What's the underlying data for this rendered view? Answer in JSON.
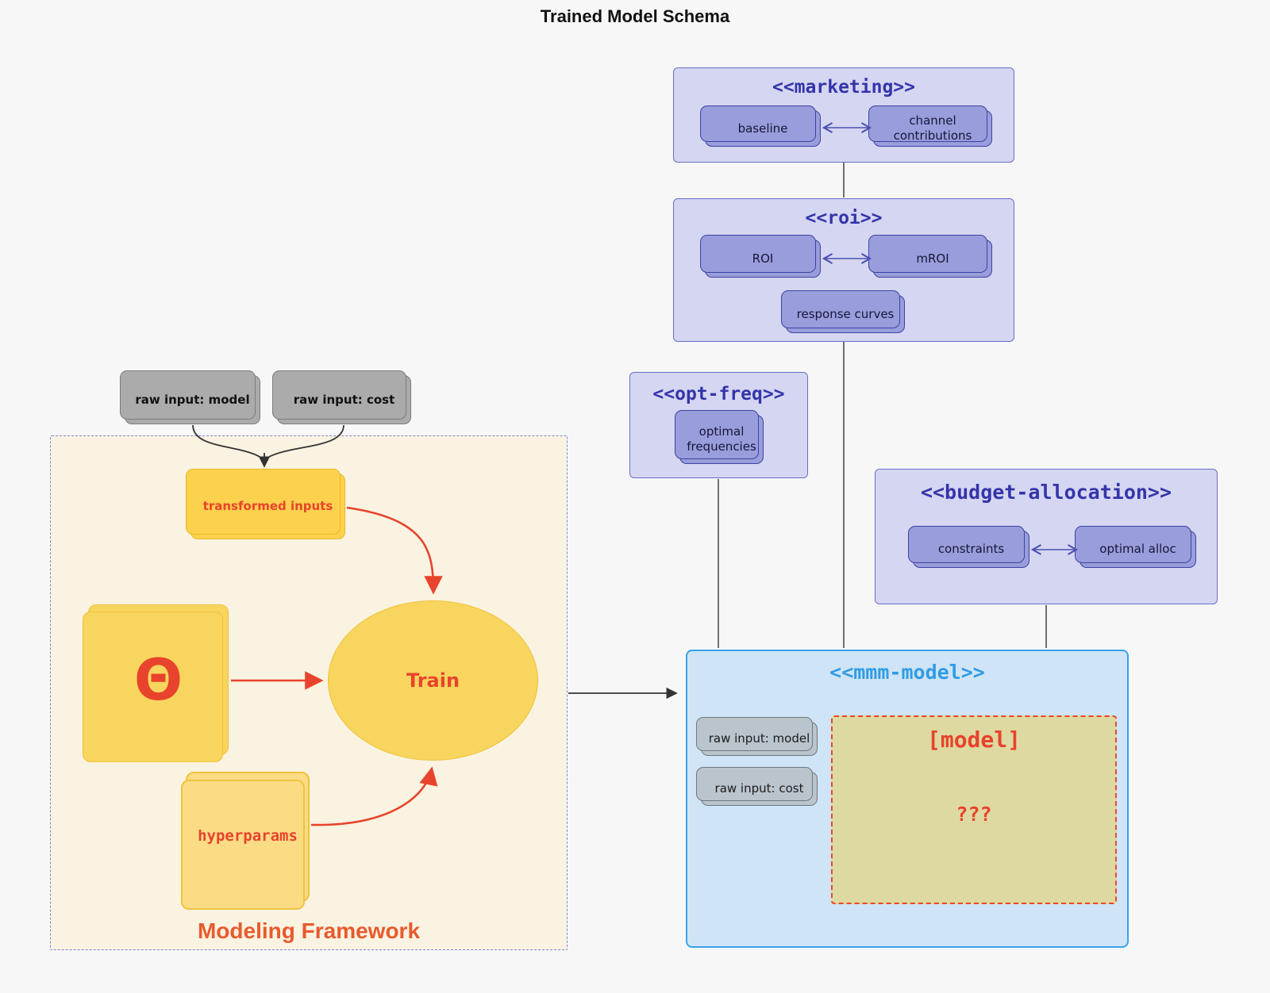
{
  "title": "Trained Model Schema",
  "marketing": {
    "title": "<<marketing>>",
    "nodes": [
      "baseline",
      "channel contributions"
    ]
  },
  "roi": {
    "title": "<<roi>>",
    "nodes": [
      "ROI",
      "mROI",
      "response curves"
    ]
  },
  "optfreq": {
    "title": "<<opt-freq>>",
    "nodes": [
      "optimal frequencies"
    ]
  },
  "budget": {
    "title": "<<budget-allocation>>",
    "nodes": [
      "constraints",
      "optimal alloc"
    ]
  },
  "mmm": {
    "title": "<<mmm-model>>",
    "inputs": [
      "raw input: model",
      "raw input: cost"
    ],
    "model": {
      "title": "[model]",
      "placeholder": "???"
    }
  },
  "inputs": {
    "model": "raw input: model",
    "cost": "raw input: cost"
  },
  "framework": {
    "label": "Modeling Framework",
    "transformed": "transformed inputs",
    "theta": "Θ",
    "train": "Train",
    "hyperparams": "hyperparams"
  },
  "colors": {
    "background": "#f7f7f8",
    "purple_container_fill": "#d5d6f1",
    "purple_container_border": "#6a6fc7",
    "purple_node_fill": "#999ddb",
    "purple_node_border": "#3c43a4",
    "purple_title": "#3434ab",
    "blue_container_fill": "#cfe4f6",
    "blue_container_border": "#38a3e8",
    "blue_title": "#2f9ce5",
    "gray_node_fill": "#ababab",
    "slate_node_fill": "#bac4cc",
    "cream_fill": "#faf3e1",
    "framework_border": "#7d84da",
    "gold_fill": "#fcd14d",
    "soft_gold_fill": "#f8d55e",
    "light_gold_fill": "#fbdc85",
    "khaki_fill": "#ded9a1",
    "red_accent": "#e8432c",
    "orange_red_label": "#e85a2d",
    "connector_dark": "#4d4d4d"
  }
}
